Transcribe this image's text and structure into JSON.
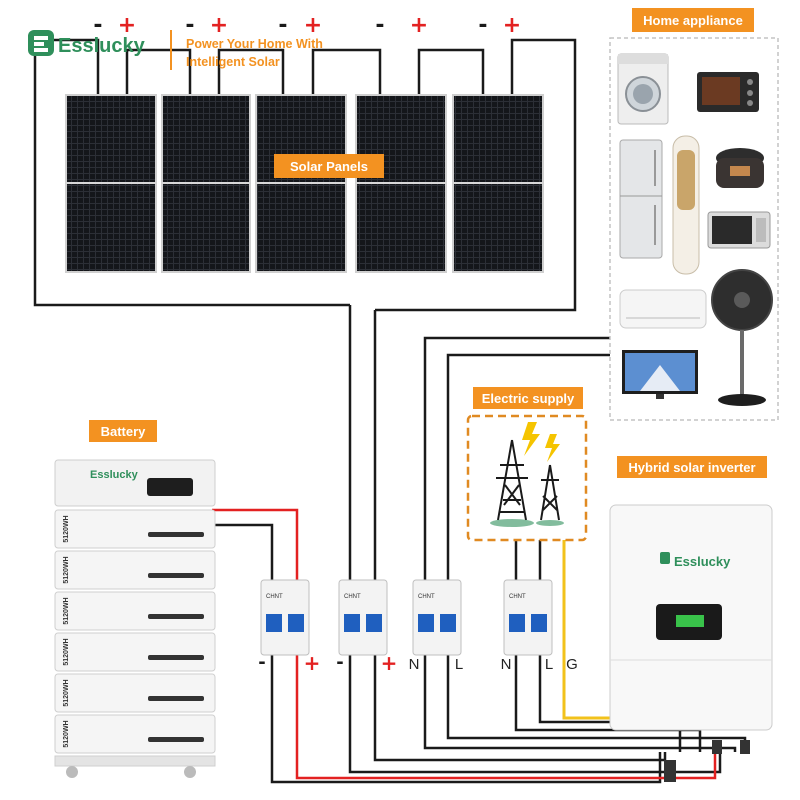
{
  "brand": {
    "name": "Esslucky",
    "tagline_line1": "Power Your Home With",
    "tagline_line2": "Intelligent Solar"
  },
  "labels": {
    "solar_panels": "Solar Panels",
    "home_appliance": "Home appliance",
    "battery": "Battery",
    "electric_supply": "Electric supply",
    "hybrid_inverter": "Hybrid solar inverter"
  },
  "panel_terminals": [
    "-",
    "+",
    "-",
    "+",
    "-",
    "+",
    "-",
    "+",
    "-",
    "+"
  ],
  "battery_modules": [
    "5120WH",
    "5120WH",
    "5120WH",
    "5120WH",
    "5120WH",
    "5120WH"
  ],
  "breaker_terminals": [
    "-",
    "+",
    "-",
    "+",
    "N",
    "L",
    "N",
    "L",
    "G"
  ],
  "breaker_brand": "CHNT",
  "colors": {
    "orange_accent": "#f39221",
    "brand_green": "#2f8f5b",
    "positive_red": "#e32121",
    "neutral_black": "#1a1a1a",
    "ground_yellow": "#f2c21b"
  }
}
